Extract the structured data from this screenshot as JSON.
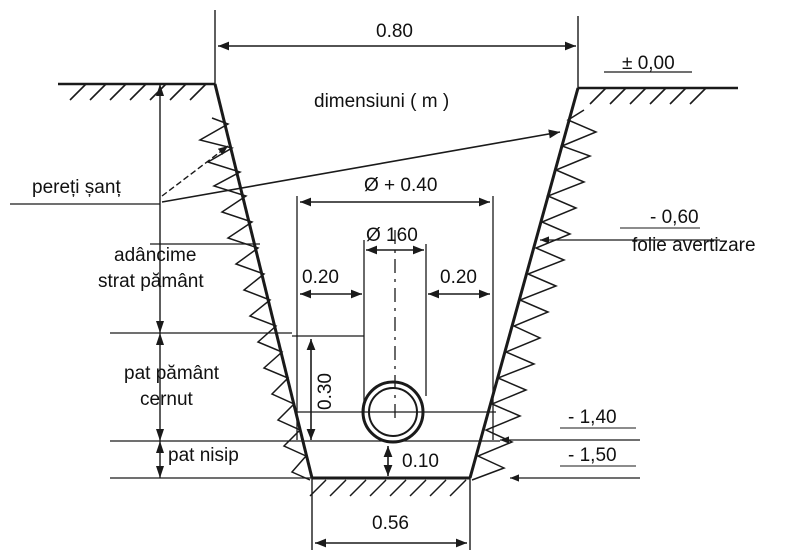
{
  "diagram": {
    "title": "dimensiuni ( m )",
    "dimensions": {
      "top_width": "0.80",
      "bottom_width": "0.56",
      "pipe_zone_width": "Ø + 0.40",
      "pipe_diameter": "Ø 160",
      "left_clearance": "0.20",
      "right_clearance": "0.20",
      "bed_cover_height": "0.30",
      "sand_bed_height": "0.10"
    },
    "levels": {
      "ground": "± 0,00",
      "warning_foil": "- 0,60",
      "pipe_level": "- 1,40",
      "trench_bottom": "- 1,50"
    },
    "labels": {
      "walls": "pereți șanț",
      "soil_layer_line1": "adâncime",
      "soil_layer_line2": "strat pământ",
      "sieved_bed_line1": "pat pământ",
      "sieved_bed_line2": "cernut",
      "sand_bed": "pat nisip",
      "warning_foil": "folie avertizare"
    },
    "line_color": "#1a1a1a"
  }
}
